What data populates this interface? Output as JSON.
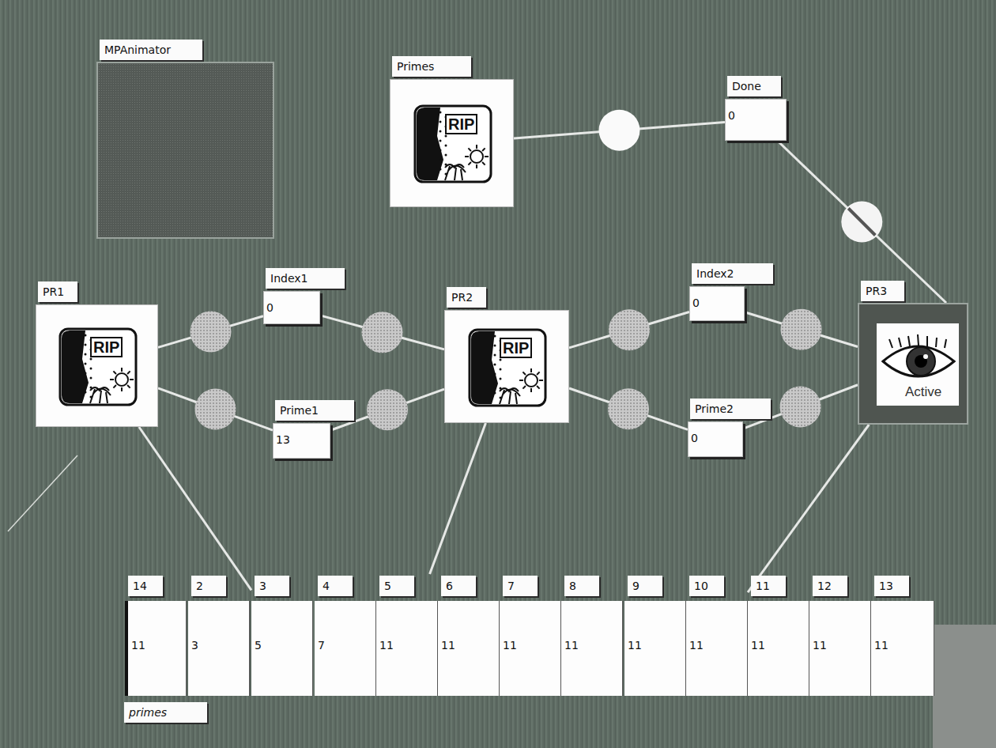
{
  "diagram": {
    "nodes": [
      {
        "text": [
          "MPAnimator"
        ]
      },
      {
        "text": [
          "Primes",
          "RIP"
        ]
      },
      {
        "text": [
          "Done",
          "0"
        ]
      },
      {
        "text": [
          "PR1",
          "RIP"
        ]
      },
      {
        "text": [
          "Index1",
          "0"
        ]
      },
      {
        "text": [
          "Prime1",
          "13"
        ]
      },
      {
        "text": [
          "PR2",
          "RIP"
        ]
      },
      {
        "text": [
          "Index2",
          "0"
        ]
      },
      {
        "text": [
          "Prime2",
          "0"
        ]
      },
      {
        "text": [
          "PR3",
          "Active"
        ]
      },
      {
        "text": [
          "primes"
        ]
      },
      {
        "text": [
          "14",
          "11"
        ],
        "in": 10
      },
      {
        "text": [
          "2",
          "3"
        ],
        "in": 10
      },
      {
        "text": [
          "3",
          "5"
        ],
        "in": 10
      },
      {
        "text": [
          "4",
          "7"
        ],
        "in": 10
      },
      {
        "text": [
          "5",
          "11"
        ],
        "in": 10
      },
      {
        "text": [
          "6",
          "11"
        ],
        "in": 10
      },
      {
        "text": [
          "7",
          "11"
        ],
        "in": 10
      },
      {
        "text": [
          "8",
          "11"
        ],
        "in": 10
      },
      {
        "text": [
          "9",
          "11"
        ],
        "in": 10
      },
      {
        "text": [
          "10",
          "11"
        ],
        "in": 10
      },
      {
        "text": [
          "11",
          "11"
        ],
        "in": 10
      },
      {
        "text": [
          "12",
          "11"
        ],
        "in": 10
      },
      {
        "text": [
          "13",
          "11"
        ],
        "in": 10
      }
    ],
    "edges": [
      {
        "from": 1,
        "to": 2,
        "arrow": "none"
      },
      {
        "from": 2,
        "to": 9,
        "arrow": "none"
      },
      {
        "from": 3,
        "to": 4,
        "arrow": "none"
      },
      {
        "from": 4,
        "to": 6,
        "arrow": "none"
      },
      {
        "from": 3,
        "to": 5,
        "arrow": "none"
      },
      {
        "from": 5,
        "to": 6,
        "arrow": "none"
      },
      {
        "from": 6,
        "to": 7,
        "arrow": "none"
      },
      {
        "from": 7,
        "to": 9,
        "arrow": "none"
      },
      {
        "from": 6,
        "to": 8,
        "arrow": "none"
      },
      {
        "from": 8,
        "to": 9,
        "arrow": "none"
      },
      {
        "from": 3,
        "to": 13,
        "arrow": "none"
      },
      {
        "from": 6,
        "to": 15,
        "arrow": "none"
      },
      {
        "from": 9,
        "to": 20,
        "arrow": "none"
      }
    ]
  }
}
